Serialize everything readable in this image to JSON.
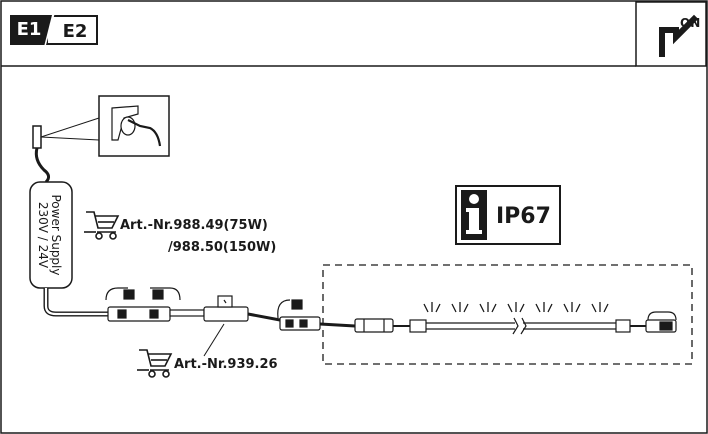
{
  "tags": {
    "e1": "E1",
    "e2": "E2"
  },
  "switch": {
    "label": "ON"
  },
  "power_supply": {
    "line1": "Power Supply",
    "line2": "230V  /  24V"
  },
  "cart_label_1": {
    "line1": "Art.-Nr.988.49(75W)",
    "line2": "/988.50(150W)"
  },
  "cart_label_2": "Art.-Nr.939.26",
  "ip_rating": "IP67",
  "icons": [
    "cart-icon",
    "info-icon",
    "wall-socket-icon",
    "plug-icon",
    "led-light-icon",
    "switch-icon"
  ]
}
